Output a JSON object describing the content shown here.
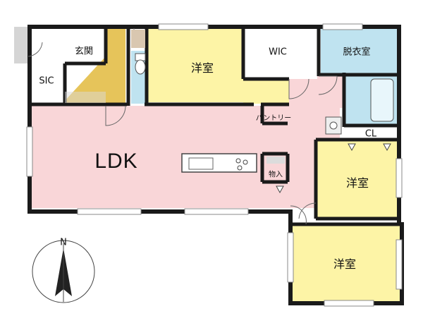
{
  "rooms": {
    "ldk": "LDK",
    "western_room_top": "洋室",
    "wic": "WIC",
    "dressing_room": "脱衣室",
    "entrance": "玄関",
    "sic": "SIC",
    "pantry": "パントリー",
    "storage": "物入",
    "closet": "CL",
    "western_room_right": "洋室",
    "western_room_bottom": "洋室"
  },
  "compass": {
    "north": "N"
  },
  "colors": {
    "ldk": "#f9d6d8",
    "western": "#fdf4a6",
    "entrance": "#e6c45a",
    "bath": "#bfe3f0",
    "wall": "#1a1a1a",
    "white_room": "#ffffff"
  }
}
